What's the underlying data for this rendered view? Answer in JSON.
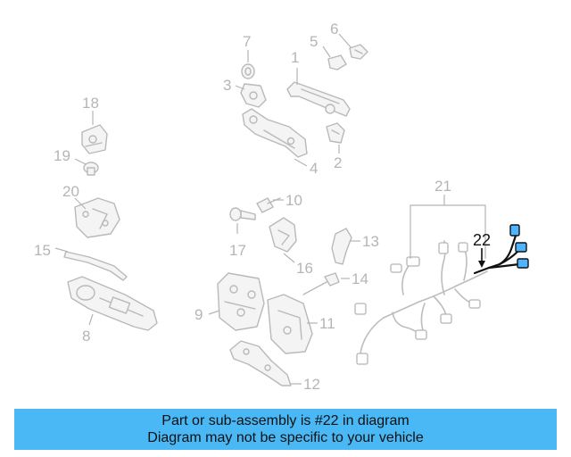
{
  "callouts": {
    "c1": "1",
    "c2": "2",
    "c3": "3",
    "c4": "4",
    "c5": "5",
    "c6": "6",
    "c7": "7",
    "c8": "8",
    "c9": "9",
    "c10": "10",
    "c11": "11",
    "c12": "12",
    "c13": "13",
    "c14": "14",
    "c15": "15",
    "c16": "16",
    "c17": "17",
    "c18": "18",
    "c19": "19",
    "c20": "20",
    "c21": "21",
    "c22": "22"
  },
  "highlight": {
    "part_number": "22",
    "color": "#111111",
    "connector_color": "#4fb4ff"
  },
  "colors": {
    "parts": "#b9b9b9",
    "banner_background": "#49b8f5"
  },
  "banner": {
    "line1": "Part or sub-assembly is #22 in diagram",
    "line2": "Diagram may not be specific to your vehicle"
  }
}
